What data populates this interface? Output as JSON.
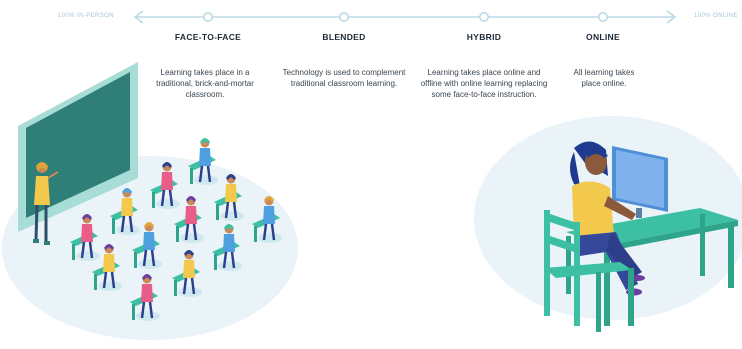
{
  "timeline": {
    "left_end": "100% IN-PERSON",
    "right_end": "100% ONLINE",
    "stages": [
      {
        "title": "FACE-TO-FACE",
        "description": "Learning takes place in a traditional, brick-and-mortar classroom."
      },
      {
        "title": "BLENDED",
        "description": "Technology is used to complement traditional classroom learning."
      },
      {
        "title": "HYBRID",
        "description": "Learning takes place online and offline with online learning replacing some face-to-face instruction."
      },
      {
        "title": "ONLINE",
        "description": "All learning takes place online."
      }
    ]
  },
  "colors": {
    "timeline": "#bcd9e6",
    "board_frame": "#a8dcd6",
    "board": "#2f7f78",
    "furniture": "#3dbfa3",
    "screen": "#4f8fd8",
    "shirt": "#f2c94c",
    "hair": "#1f3b8f",
    "pants": "#35489a"
  }
}
